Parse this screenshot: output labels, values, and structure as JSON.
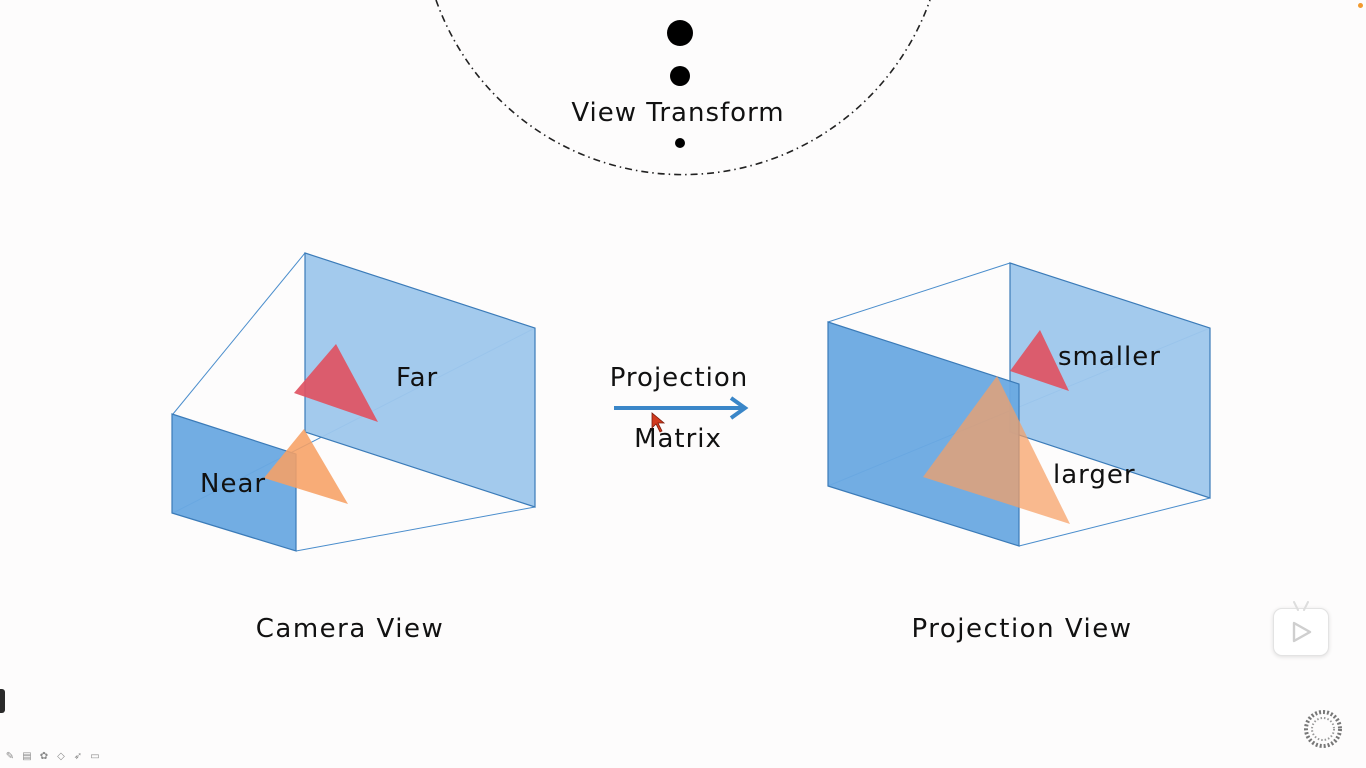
{
  "header": {
    "title": "View Transform"
  },
  "camera_view": {
    "near_label": "Near",
    "far_label": "Far",
    "caption": "Camera View"
  },
  "arrow": {
    "label_top": "Projection",
    "label_bottom": "Matrix"
  },
  "projection_view": {
    "smaller_label": "smaller",
    "larger_label": "larger",
    "caption": "Projection View"
  },
  "colors": {
    "plane_far": "#9ec7ec",
    "plane_near": "#6aa9e2",
    "edge": "#3b7bb8",
    "triangle_red": "#e05262",
    "triangle_orange": "#f7a064",
    "arrow": "#3a86c8",
    "cursor": "#d23a1e"
  },
  "controls": {
    "play_icon": "play-icon",
    "tools": [
      "pen-icon",
      "whiteboard-icon",
      "palette-icon",
      "eraser-icon",
      "pointer-icon",
      "comment-icon"
    ]
  }
}
